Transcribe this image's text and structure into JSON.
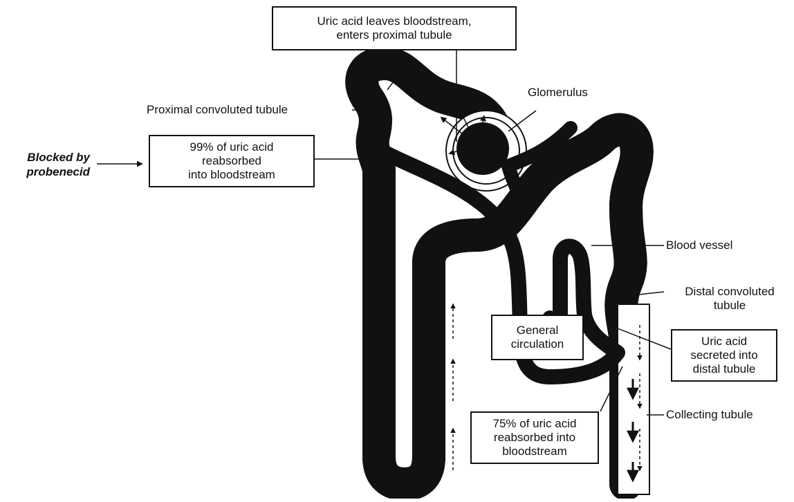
{
  "labels": {
    "uric_acid_leaves": "Uric acid leaves bloodstream,\nenters proximal tubule",
    "glomerulus": "Glomerulus",
    "proximal_convoluted_tubule": "Proximal convoluted tubule",
    "blocked_by_probenecid": "Blocked by\nprobenecid",
    "reabsorbed_99": "99% of uric acid\nreabsorbed\ninto bloodstream",
    "blood_vessel": "Blood vessel",
    "distal_convoluted_tubule": "Distal convoluted\ntubule",
    "general_circulation": "General\ncirculation",
    "secreted_distal": "Uric acid\nsecreted into\ndistal tubule",
    "collecting_tubule": "Collecting tubule",
    "reabsorbed_75": "75% of uric acid\nreabsorbed into\nbloodstream"
  },
  "colors": {
    "ink": "#111111",
    "paper": "#ffffff"
  }
}
